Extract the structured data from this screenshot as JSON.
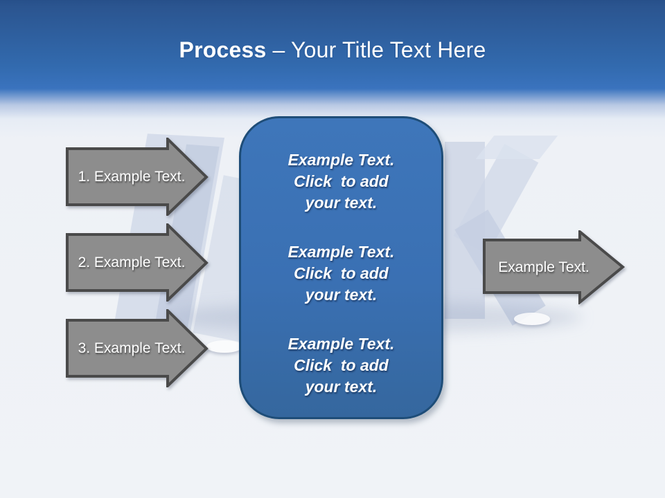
{
  "slide": {
    "title": {
      "bold": "Process",
      "rest": "– Your Title Text Here"
    },
    "left_arrows": [
      {
        "label": "1. Example Text."
      },
      {
        "label": "2. Example Text."
      },
      {
        "label": "3. Example Text."
      }
    ],
    "center_panel": {
      "blocks": [
        {
          "text": "Example Text.\nClick  to add\nyour text."
        },
        {
          "text": "Example Text.\nClick  to add\nyour text."
        },
        {
          "text": "Example Text.\nClick  to add\nyour text."
        }
      ]
    },
    "right_arrow": {
      "label": "Example Text."
    },
    "colors": {
      "header_blue_top": "#2b5590",
      "header_blue_bottom": "#3a73be",
      "panel_fill": "#3a70b3",
      "panel_border": "#1e4d78",
      "arrow_fill": "#8d8d8d",
      "arrow_border": "#4a4a4a",
      "background": "#f0f3f7",
      "text": "#ffffff"
    }
  }
}
